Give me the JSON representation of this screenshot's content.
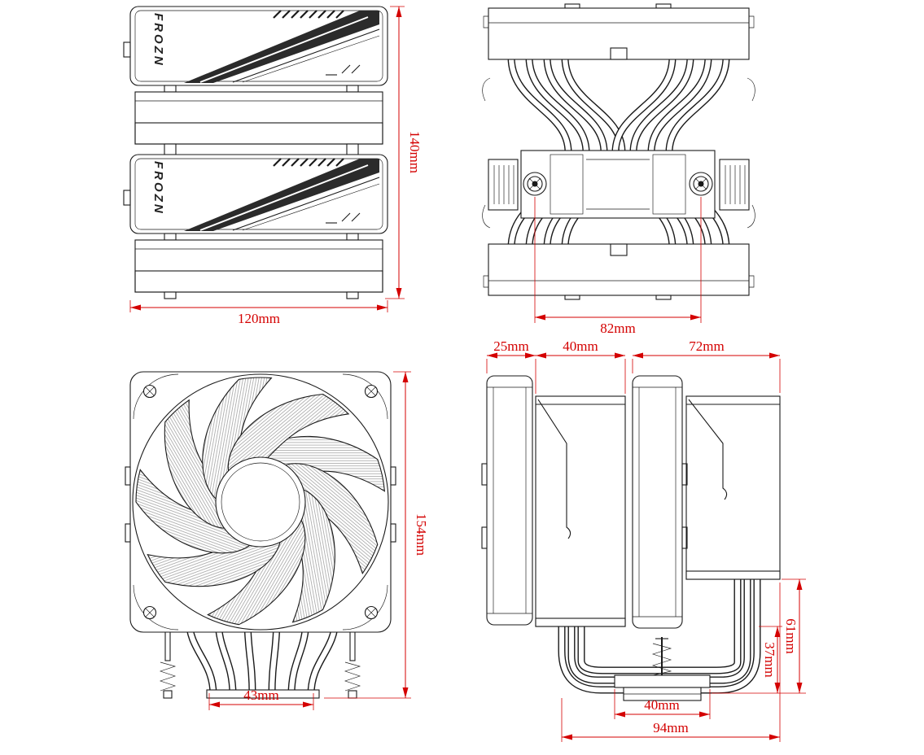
{
  "brand": "FROZN",
  "dims": {
    "fan_width": "120mm",
    "stack_height": "140mm",
    "screw_spacing": "82mm",
    "total_height": "154mm",
    "base_front_width": "43mm",
    "fan_depth": "25mm",
    "left_fin_depth": "40mm",
    "right_tower_depth": "72mm",
    "right_clearance": "61mm",
    "pipe_clearance": "37mm",
    "base_depth": "40mm",
    "total_depth": "94mm"
  },
  "colors": {
    "dimension_red": "#d40000",
    "line_black": "#1a1a1a",
    "dark_fill": "#2b2b2b",
    "background": "#ffffff"
  }
}
